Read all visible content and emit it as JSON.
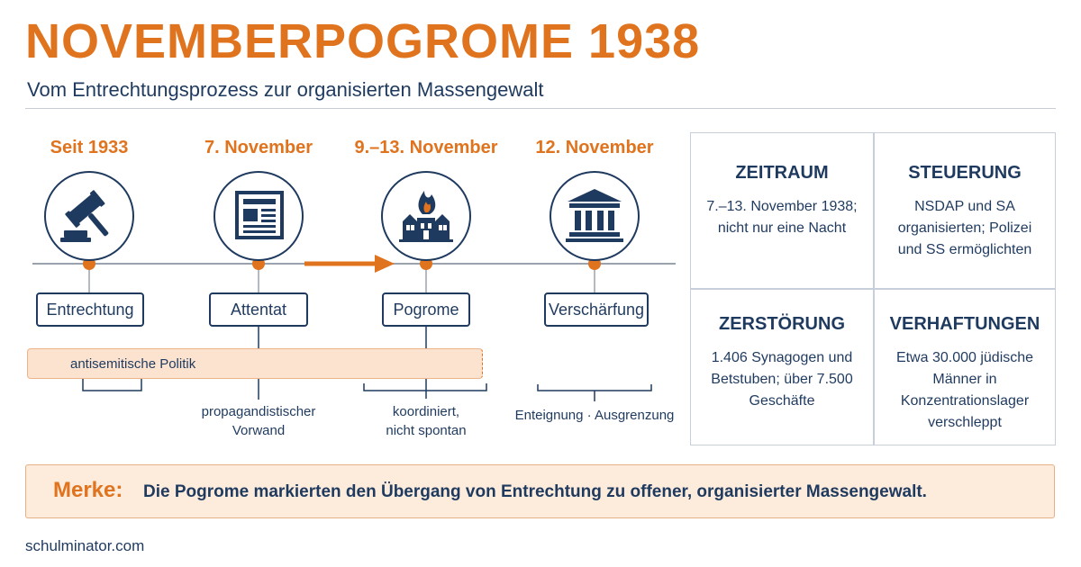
{
  "header": {
    "title": "NOVEMBERPOGROME 1938",
    "subtitle": "Vom Entrechtungsprozess zur organisierten Massengewalt"
  },
  "timeline": {
    "stages": [
      {
        "date": "Seit 1933",
        "label": "Entrechtung",
        "icon": "gavel-icon"
      },
      {
        "date": "7. November",
        "label": "Attentat",
        "icon": "newspaper-icon"
      },
      {
        "date": "9.–13. November",
        "label": "Pogrome",
        "icon": "burning-building-icon"
      },
      {
        "date": "12. November",
        "label": "Verschärfung",
        "icon": "courthouse-icon"
      }
    ],
    "policy_label": "antisemitische Politik",
    "notes": {
      "attentat_line1": "propagandistischer",
      "attentat_line2": "Vorwand",
      "pogrome_line1": "koordiniert,",
      "pogrome_line2": "nicht spontan",
      "verschaerfung": "Enteignung · Ausgrenzung"
    },
    "colors": {
      "accent": "#e0731e",
      "navy": "#1f3a5f",
      "line": "#9aa3ad"
    }
  },
  "facts": [
    {
      "heading": "ZEITRAUM",
      "text": "7.–13. November 1938; nicht nur eine Nacht"
    },
    {
      "heading": "STEUERUNG",
      "text": "NSDAP und SA organisierten; Polizei und SS ermöglichten"
    },
    {
      "heading": "ZERSTÖRUNG",
      "text": "1.406 Synagogen und Betstuben; über 7.500 Geschäfte"
    },
    {
      "heading": "VERHAFTUNGEN",
      "text": "Etwa 30.000 jüdische Männer in Konzentrationslager verschleppt"
    }
  ],
  "merke": {
    "label": "Merke:",
    "text": "Die Pogrome markierten den Übergang von Entrechtung zu offener, organisierter Massengewalt."
  },
  "footer": {
    "site": "schulminator.com"
  }
}
